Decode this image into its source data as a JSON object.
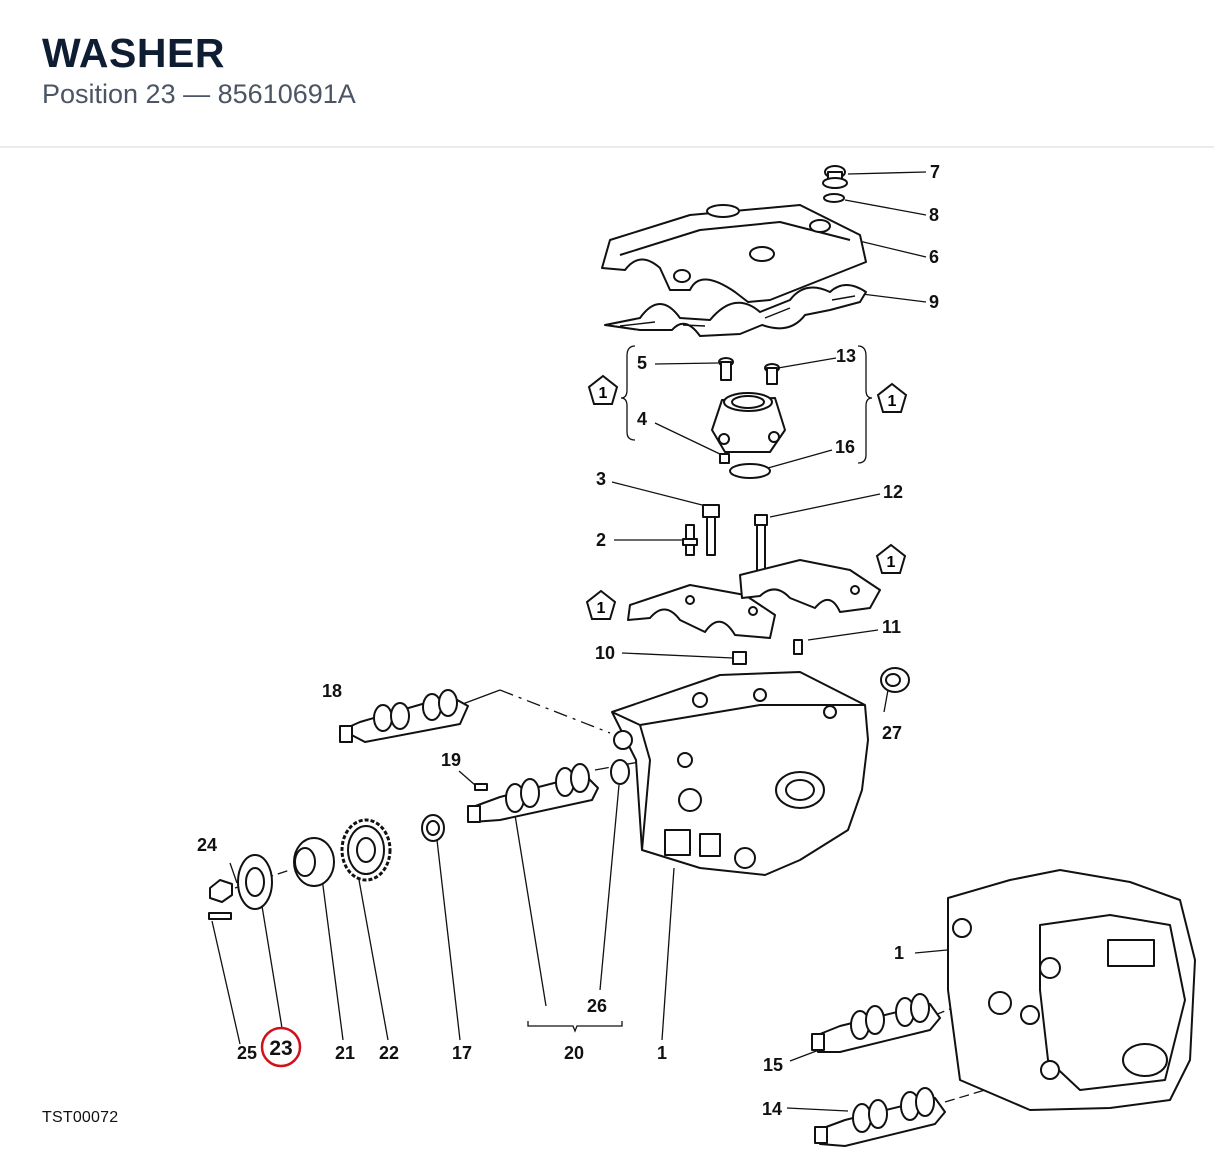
{
  "header": {
    "title": "WASHER",
    "position_label": "Position 23",
    "separator": "—",
    "part_number": "85610691A"
  },
  "diagram": {
    "drawing_code": "TST00072",
    "highlighted_callout": "23",
    "highlight_color": "#d0111b",
    "note_symbol": "1",
    "callouts": {
      "c7": "7",
      "c8": "8",
      "c6": "6",
      "c9": "9",
      "c5": "5",
      "c13": "13",
      "c4": "4",
      "c16": "16",
      "c3": "3",
      "c12": "12",
      "c2": "2",
      "c11": "11",
      "c10": "10",
      "c18": "18",
      "c27": "27",
      "c19": "19",
      "c24": "24",
      "c25": "25",
      "c23": "23",
      "c21": "21",
      "c22": "22",
      "c17": "17",
      "c26": "26",
      "c20": "20",
      "c1a": "1",
      "c1b": "1",
      "c15": "15",
      "c14": "14"
    }
  }
}
